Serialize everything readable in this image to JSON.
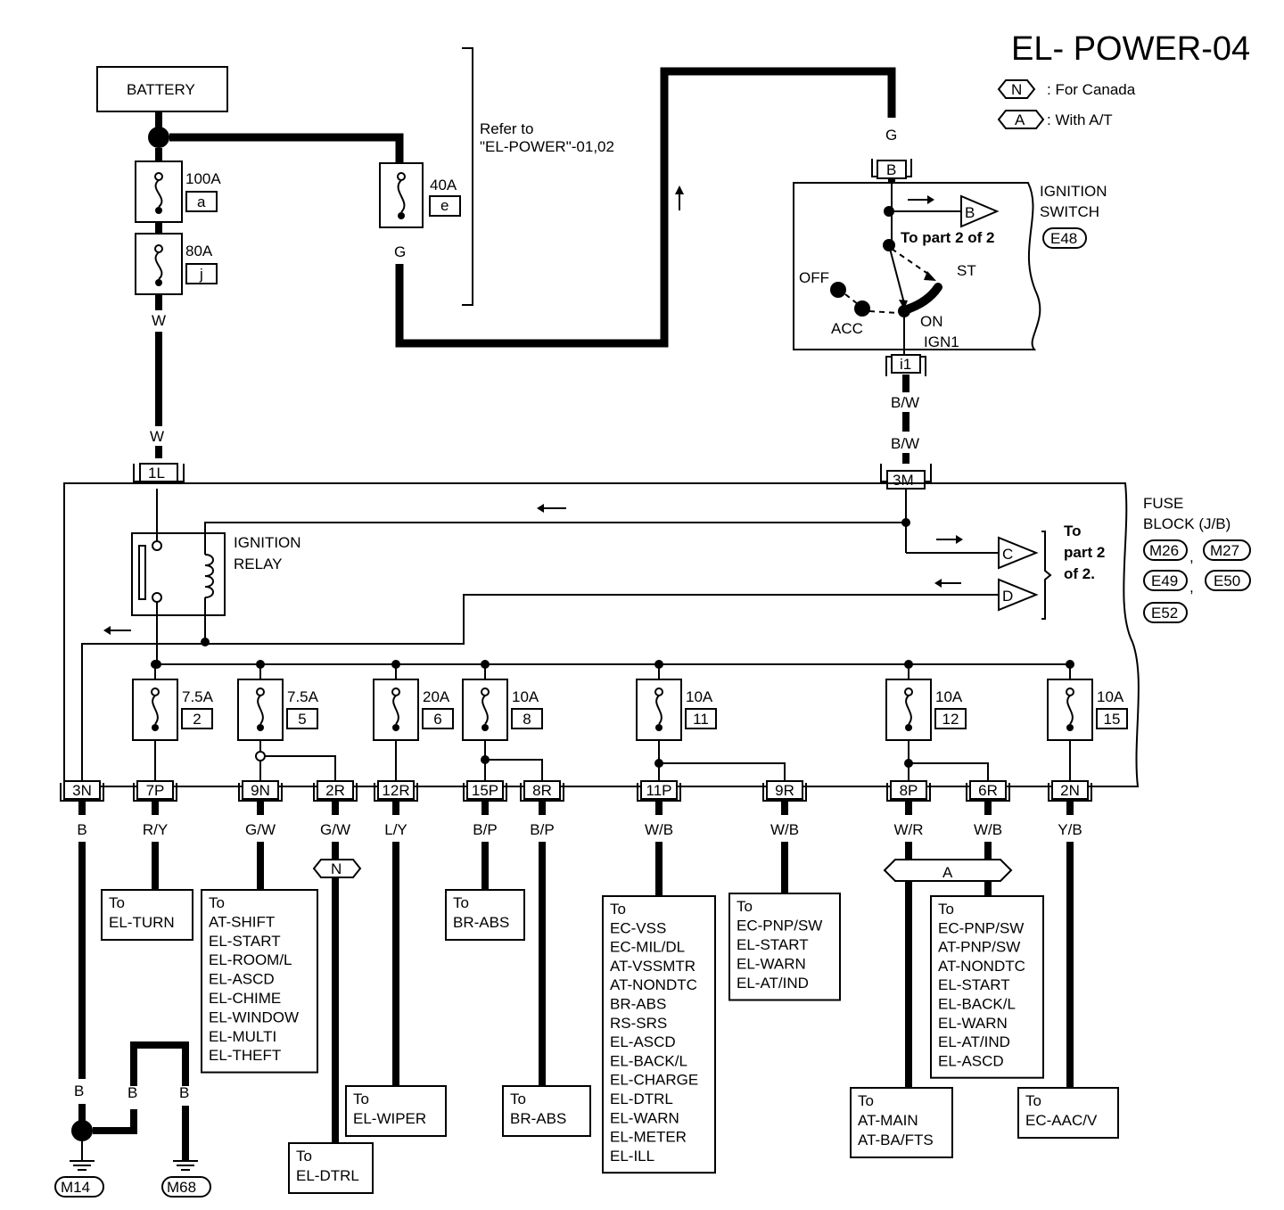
{
  "title": "EL- POWER-04",
  "legend": [
    {
      "code": "N",
      "text": ": For Canada"
    },
    {
      "code": "A",
      "text": ": With A/T"
    }
  ],
  "battery": "BATTERY",
  "fusible_links": [
    {
      "amp": "100A",
      "id": "a"
    },
    {
      "amp": "80A",
      "id": "j"
    },
    {
      "amp": "40A",
      "id": "e"
    }
  ],
  "refer_note": [
    "Refer to",
    "\"EL-POWER\"-01,02"
  ],
  "ignition_switch": {
    "label": [
      "IGNITION",
      "SWITCH"
    ],
    "connector": "E48",
    "terminal_top": "B",
    "terminal_bottom": "i1",
    "positions": [
      "OFF",
      "ACC",
      "ON",
      "ST",
      "IGN1"
    ],
    "to_part2": "To part 2 of 2",
    "off_page": "B"
  },
  "ignition_relay": [
    "IGNITION",
    "RELAY"
  ],
  "fuse_block": {
    "label": [
      "FUSE",
      "BLOCK (J/B)"
    ],
    "connectors": [
      "M26",
      "M27",
      "E49",
      "E50",
      "E52"
    ],
    "to_part2": [
      "To",
      "part 2",
      "of 2."
    ],
    "off_pages": [
      "C",
      "D"
    ]
  },
  "wire_colors": {
    "battery": "W",
    "battery_in": "W",
    "feed_40a": "G",
    "ign_in": "G",
    "ign_out_1": "B/W",
    "ign_out_2": "B/W"
  },
  "connectors_top": {
    "left": "1L",
    "right": "3M"
  },
  "fuses": [
    {
      "amp": "7.5A",
      "num": "2"
    },
    {
      "amp": "7.5A",
      "num": "5"
    },
    {
      "amp": "20A",
      "num": "6"
    },
    {
      "amp": "10A",
      "num": "8"
    },
    {
      "amp": "10A",
      "num": "11"
    },
    {
      "amp": "10A",
      "num": "12"
    },
    {
      "amp": "10A",
      "num": "15"
    }
  ],
  "outputs": [
    {
      "conn": "3N",
      "color": "B"
    },
    {
      "conn": "7P",
      "color": "R/Y"
    },
    {
      "conn": "9N",
      "color": "G/W"
    },
    {
      "conn": "2R",
      "color": "G/W"
    },
    {
      "conn": "12R",
      "color": "L/Y"
    },
    {
      "conn": "15P",
      "color": "B/P"
    },
    {
      "conn": "8R",
      "color": "B/P"
    },
    {
      "conn": "11P",
      "color": "W/B"
    },
    {
      "conn": "9R",
      "color": "W/B"
    },
    {
      "conn": "8P",
      "color": "W/R"
    },
    {
      "conn": "6R",
      "color": "W/B"
    },
    {
      "conn": "2N",
      "color": "Y/B"
    }
  ],
  "option_tags": {
    "n": "N",
    "a": "A"
  },
  "destinations": {
    "el_turn": [
      "To",
      "EL-TURN"
    ],
    "at_shift": [
      "To",
      "AT-SHIFT",
      "EL-START",
      "EL-ROOM/L",
      "EL-ASCD",
      "EL-CHIME",
      "EL-WINDOW",
      "EL-MULTI",
      "EL-THEFT"
    ],
    "el_dtrl": [
      "To",
      "EL-DTRL"
    ],
    "el_wiper": [
      "To",
      "EL-WIPER"
    ],
    "br_abs_1": [
      "To",
      "BR-ABS"
    ],
    "br_abs_2": [
      "To",
      "BR-ABS"
    ],
    "ec_vss": [
      "To",
      "EC-VSS",
      "EC-MIL/DL",
      "AT-VSSMTR",
      "AT-NONDTC",
      "BR-ABS",
      "RS-SRS",
      "EL-ASCD",
      "EL-BACK/L",
      "EL-CHARGE",
      "EL-DTRL",
      "EL-WARN",
      "EL-METER",
      "EL-ILL"
    ],
    "ec_pnp": [
      "To",
      "EC-PNP/SW",
      "EL-START",
      "EL-WARN",
      "EL-AT/IND"
    ],
    "ec_pnp2": [
      "To",
      "EC-PNP/SW",
      "AT-PNP/SW",
      "AT-NONDTC",
      "EL-START",
      "EL-BACK/L",
      "EL-WARN",
      "EL-AT/IND",
      "EL-ASCD"
    ],
    "at_main": [
      "To",
      "AT-MAIN",
      "AT-BA/FTS"
    ],
    "ec_aac": [
      "To",
      "EC-AAC/V"
    ]
  },
  "grounds": {
    "wire_1": "B",
    "wire_2": "B",
    "wire_3": "B",
    "g1": "M14",
    "g2": "M68"
  }
}
